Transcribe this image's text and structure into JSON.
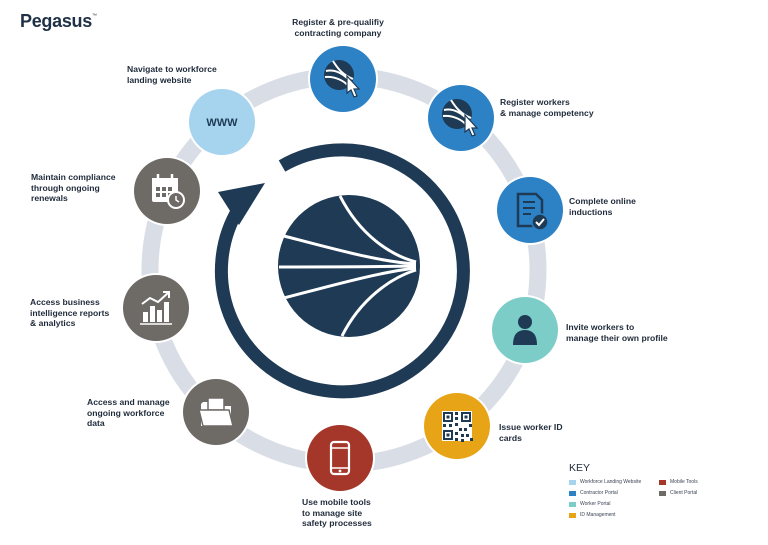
{
  "brand": {
    "name": "Pegasus",
    "mark": "™"
  },
  "colors": {
    "navy": "#1e3a54",
    "ring": "#d9dde5",
    "workforce_landing_website": "#a6d3ee",
    "contractor_portal": "#2d82c6",
    "worker_portal": "#7ccdc7",
    "id_management": "#e8a417",
    "mobile_tools": "#a5372a",
    "client_portal": "#6e6a66"
  },
  "steps": [
    {
      "label": "Register & pre-qualifiy\ncontracting company",
      "icon": "hand-pointer-icon",
      "portal": "contractor_portal"
    },
    {
      "label": "Register workers\n& manage competency",
      "icon": "hand-pointer-icon",
      "portal": "contractor_portal"
    },
    {
      "label": "Complete online\ninductions",
      "icon": "document-check-icon",
      "portal": "contractor_portal"
    },
    {
      "label": "Invite workers to\nmanage their own profile",
      "icon": "person-icon",
      "portal": "worker_portal"
    },
    {
      "label": "Issue worker ID\ncards",
      "icon": "qr-code-icon",
      "portal": "id_management"
    },
    {
      "label": "Use mobile tools\nto manage site\nsafety processes",
      "icon": "mobile-phone-icon",
      "portal": "mobile_tools"
    },
    {
      "label": "Access and manage\nongoing workforce\ndata",
      "icon": "folder-icon",
      "portal": "client_portal"
    },
    {
      "label": "Access business\nintelligence reports\n& analytics",
      "icon": "bar-chart-icon",
      "portal": "client_portal"
    },
    {
      "label": "Maintain compliance\nthrough ongoing\nrenewals",
      "icon": "calendar-clock-icon",
      "portal": "client_portal"
    },
    {
      "label": "Navigate to workforce\nlanding website",
      "icon": "www-icon",
      "icon_text": "WWW",
      "portal": "workforce_landing_website"
    }
  ],
  "key": {
    "title": "KEY",
    "items": [
      {
        "label": "Workforce Landing Website",
        "color": "#a6d3ee"
      },
      {
        "label": "Contractor Portal",
        "color": "#2d82c6"
      },
      {
        "label": "Worker Portal",
        "color": "#7ccdc7"
      },
      {
        "label": "ID Management",
        "color": "#e8a417"
      },
      {
        "label": "Mobile Tools",
        "color": "#a5372a"
      },
      {
        "label": "Client Portal",
        "color": "#6e6a66"
      }
    ]
  }
}
